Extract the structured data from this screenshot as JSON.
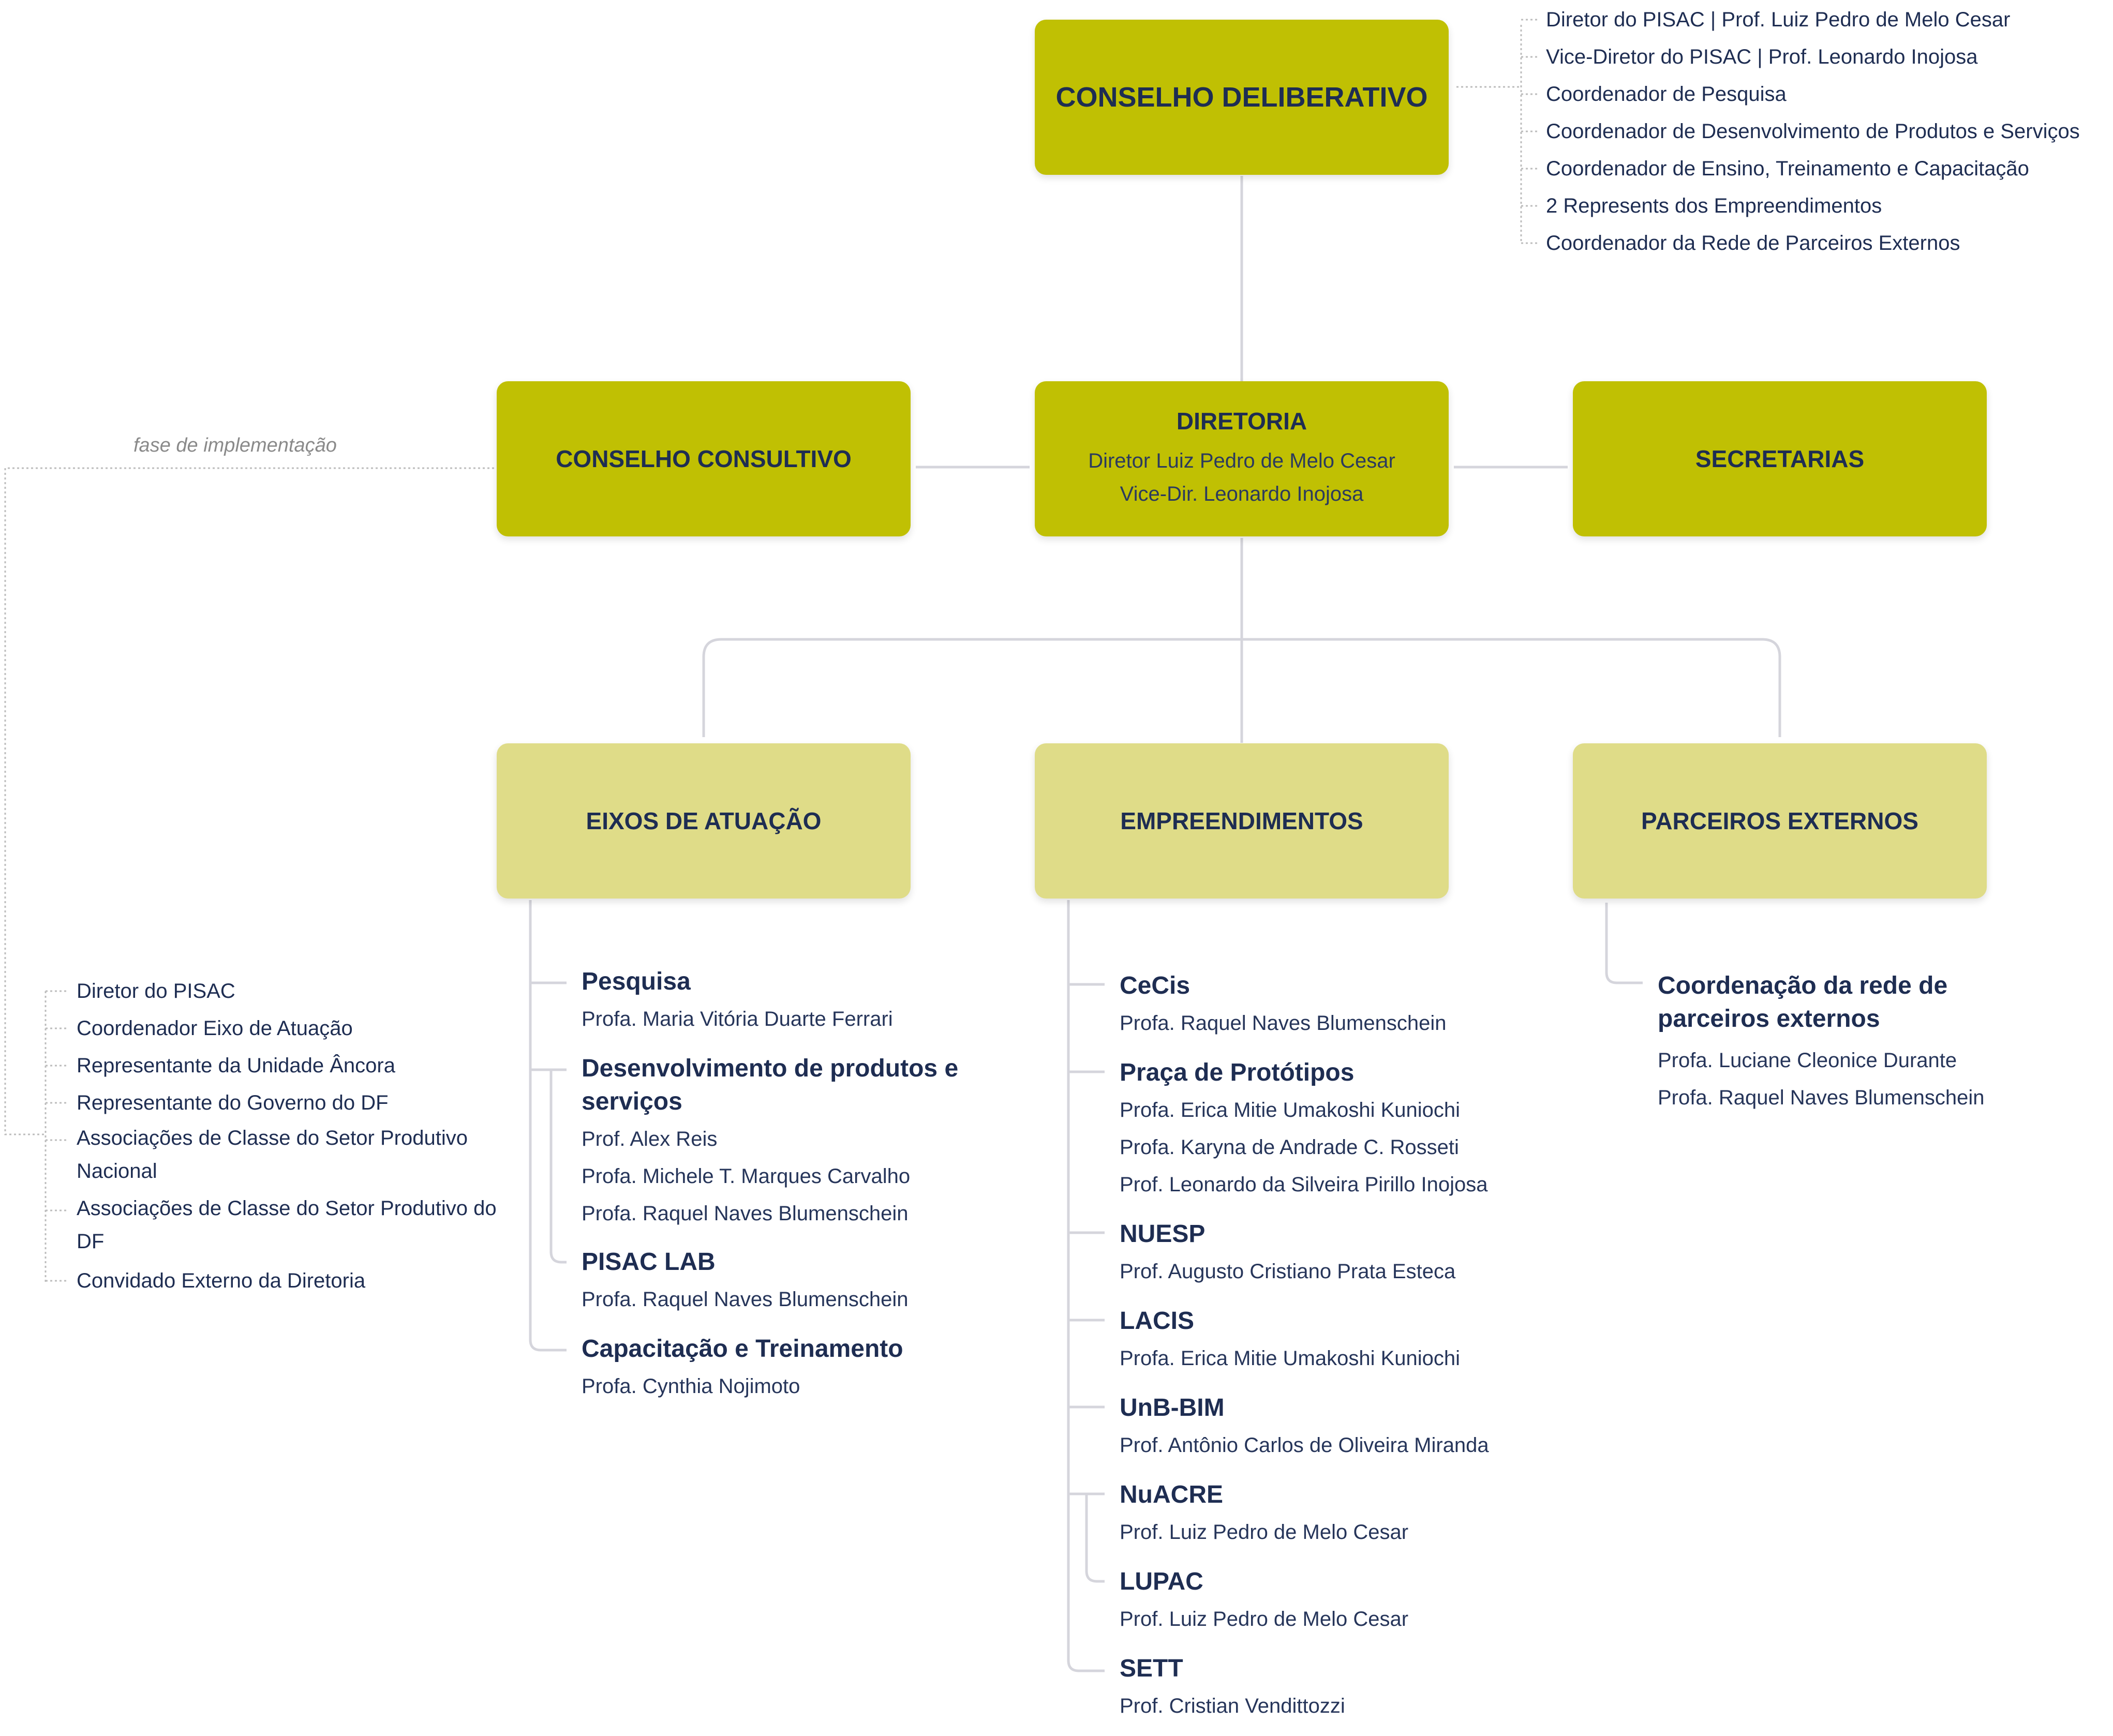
{
  "colors": {
    "dark_box": "#c0c003",
    "light_box": "#dfdc88",
    "text": "#1e2d52",
    "connector": "#d5d5dc",
    "dotted": "#b8b8b8"
  },
  "boxes": {
    "conselho_deliberativo": {
      "title": "CONSELHO DELIBERATIVO"
    },
    "conselho_consultivo": {
      "title": "CONSELHO CONSULTIVO"
    },
    "diretoria": {
      "title": "DIRETORIA",
      "lines": [
        "Diretor Luiz Pedro de Melo Cesar",
        "Vice-Dir. Leonardo Inojosa"
      ]
    },
    "secretarias": {
      "title": "SECRETARIAS"
    },
    "eixos": {
      "title": "EIXOS DE ATUAÇÃO"
    },
    "empreendimentos": {
      "title": "EMPREENDIMENTOS"
    },
    "parceiros": {
      "title": "PARCEIROS EXTERNOS"
    }
  },
  "deliberativo_members": [
    "Diretor do PISAC | Prof. Luiz Pedro de Melo Cesar",
    "Vice-Diretor do PISAC | Prof. Leonardo Inojosa",
    "Coordenador de Pesquisa",
    "Coordenador de Desenvolvimento de Produtos e Serviços",
    "Coordenador de Ensino, Treinamento e Capacitação",
    "2 Represents dos Empreendimentos",
    "Coordenador da Rede de Parceiros Externos"
  ],
  "consultivo_note": "fase de implementação",
  "consultivo_members": [
    "Diretor do PISAC",
    "Coordenador Eixo de Atuação",
    "Representante da Unidade Âncora",
    "Representante do Governo do DF",
    "Associações de Classe do Setor Produtivo Nacional",
    "Associações de Classe do Setor Produtivo do DF",
    "Convidado Externo da Diretoria"
  ],
  "eixos_items": [
    {
      "name": "Pesquisa",
      "people": [
        "Profa. Maria Vitória Duarte Ferrari"
      ]
    },
    {
      "name": "Desenvolvimento de produtos e serviços",
      "people": [
        "Prof. Alex Reis",
        "Profa. Michele T. Marques Carvalho",
        "Profa. Raquel Naves Blumenschein"
      ]
    },
    {
      "name": "PISAC LAB",
      "people": [
        "Profa. Raquel Naves Blumenschein"
      ]
    },
    {
      "name": "Capacitação e Treinamento",
      "people": [
        "Profa. Cynthia Nojimoto"
      ]
    }
  ],
  "empreendimentos_items": [
    {
      "name": "CeCis",
      "people": [
        "Profa. Raquel Naves Blumenschein"
      ]
    },
    {
      "name": "Praça de Protótipos",
      "people": [
        "Profa. Erica Mitie Umakoshi Kuniochi",
        "Profa. Karyna de Andrade C. Rosseti",
        "Prof. Leonardo da Silveira Pirillo Inojosa"
      ]
    },
    {
      "name": "NUESP",
      "people": [
        "Prof. Augusto Cristiano Prata Esteca"
      ]
    },
    {
      "name": "LACIS",
      "people": [
        "Profa. Erica Mitie Umakoshi Kuniochi"
      ]
    },
    {
      "name": "UnB-BIM",
      "people": [
        "Prof. Antônio Carlos de Oliveira Miranda"
      ]
    },
    {
      "name": "NuACRE",
      "people": [
        "Prof. Luiz Pedro de Melo Cesar"
      ]
    },
    {
      "name": "LUPAC",
      "people": [
        "Prof. Luiz Pedro de Melo Cesar"
      ]
    },
    {
      "name": "SETT",
      "people": [
        "Prof. Cristian Vendittozzi"
      ]
    }
  ],
  "parceiros_items": [
    {
      "name": "Coordenação da rede de parceiros externos",
      "people": [
        "Profa. Luciane Cleonice Durante",
        "Profa. Raquel Naves Blumenschein"
      ]
    }
  ]
}
